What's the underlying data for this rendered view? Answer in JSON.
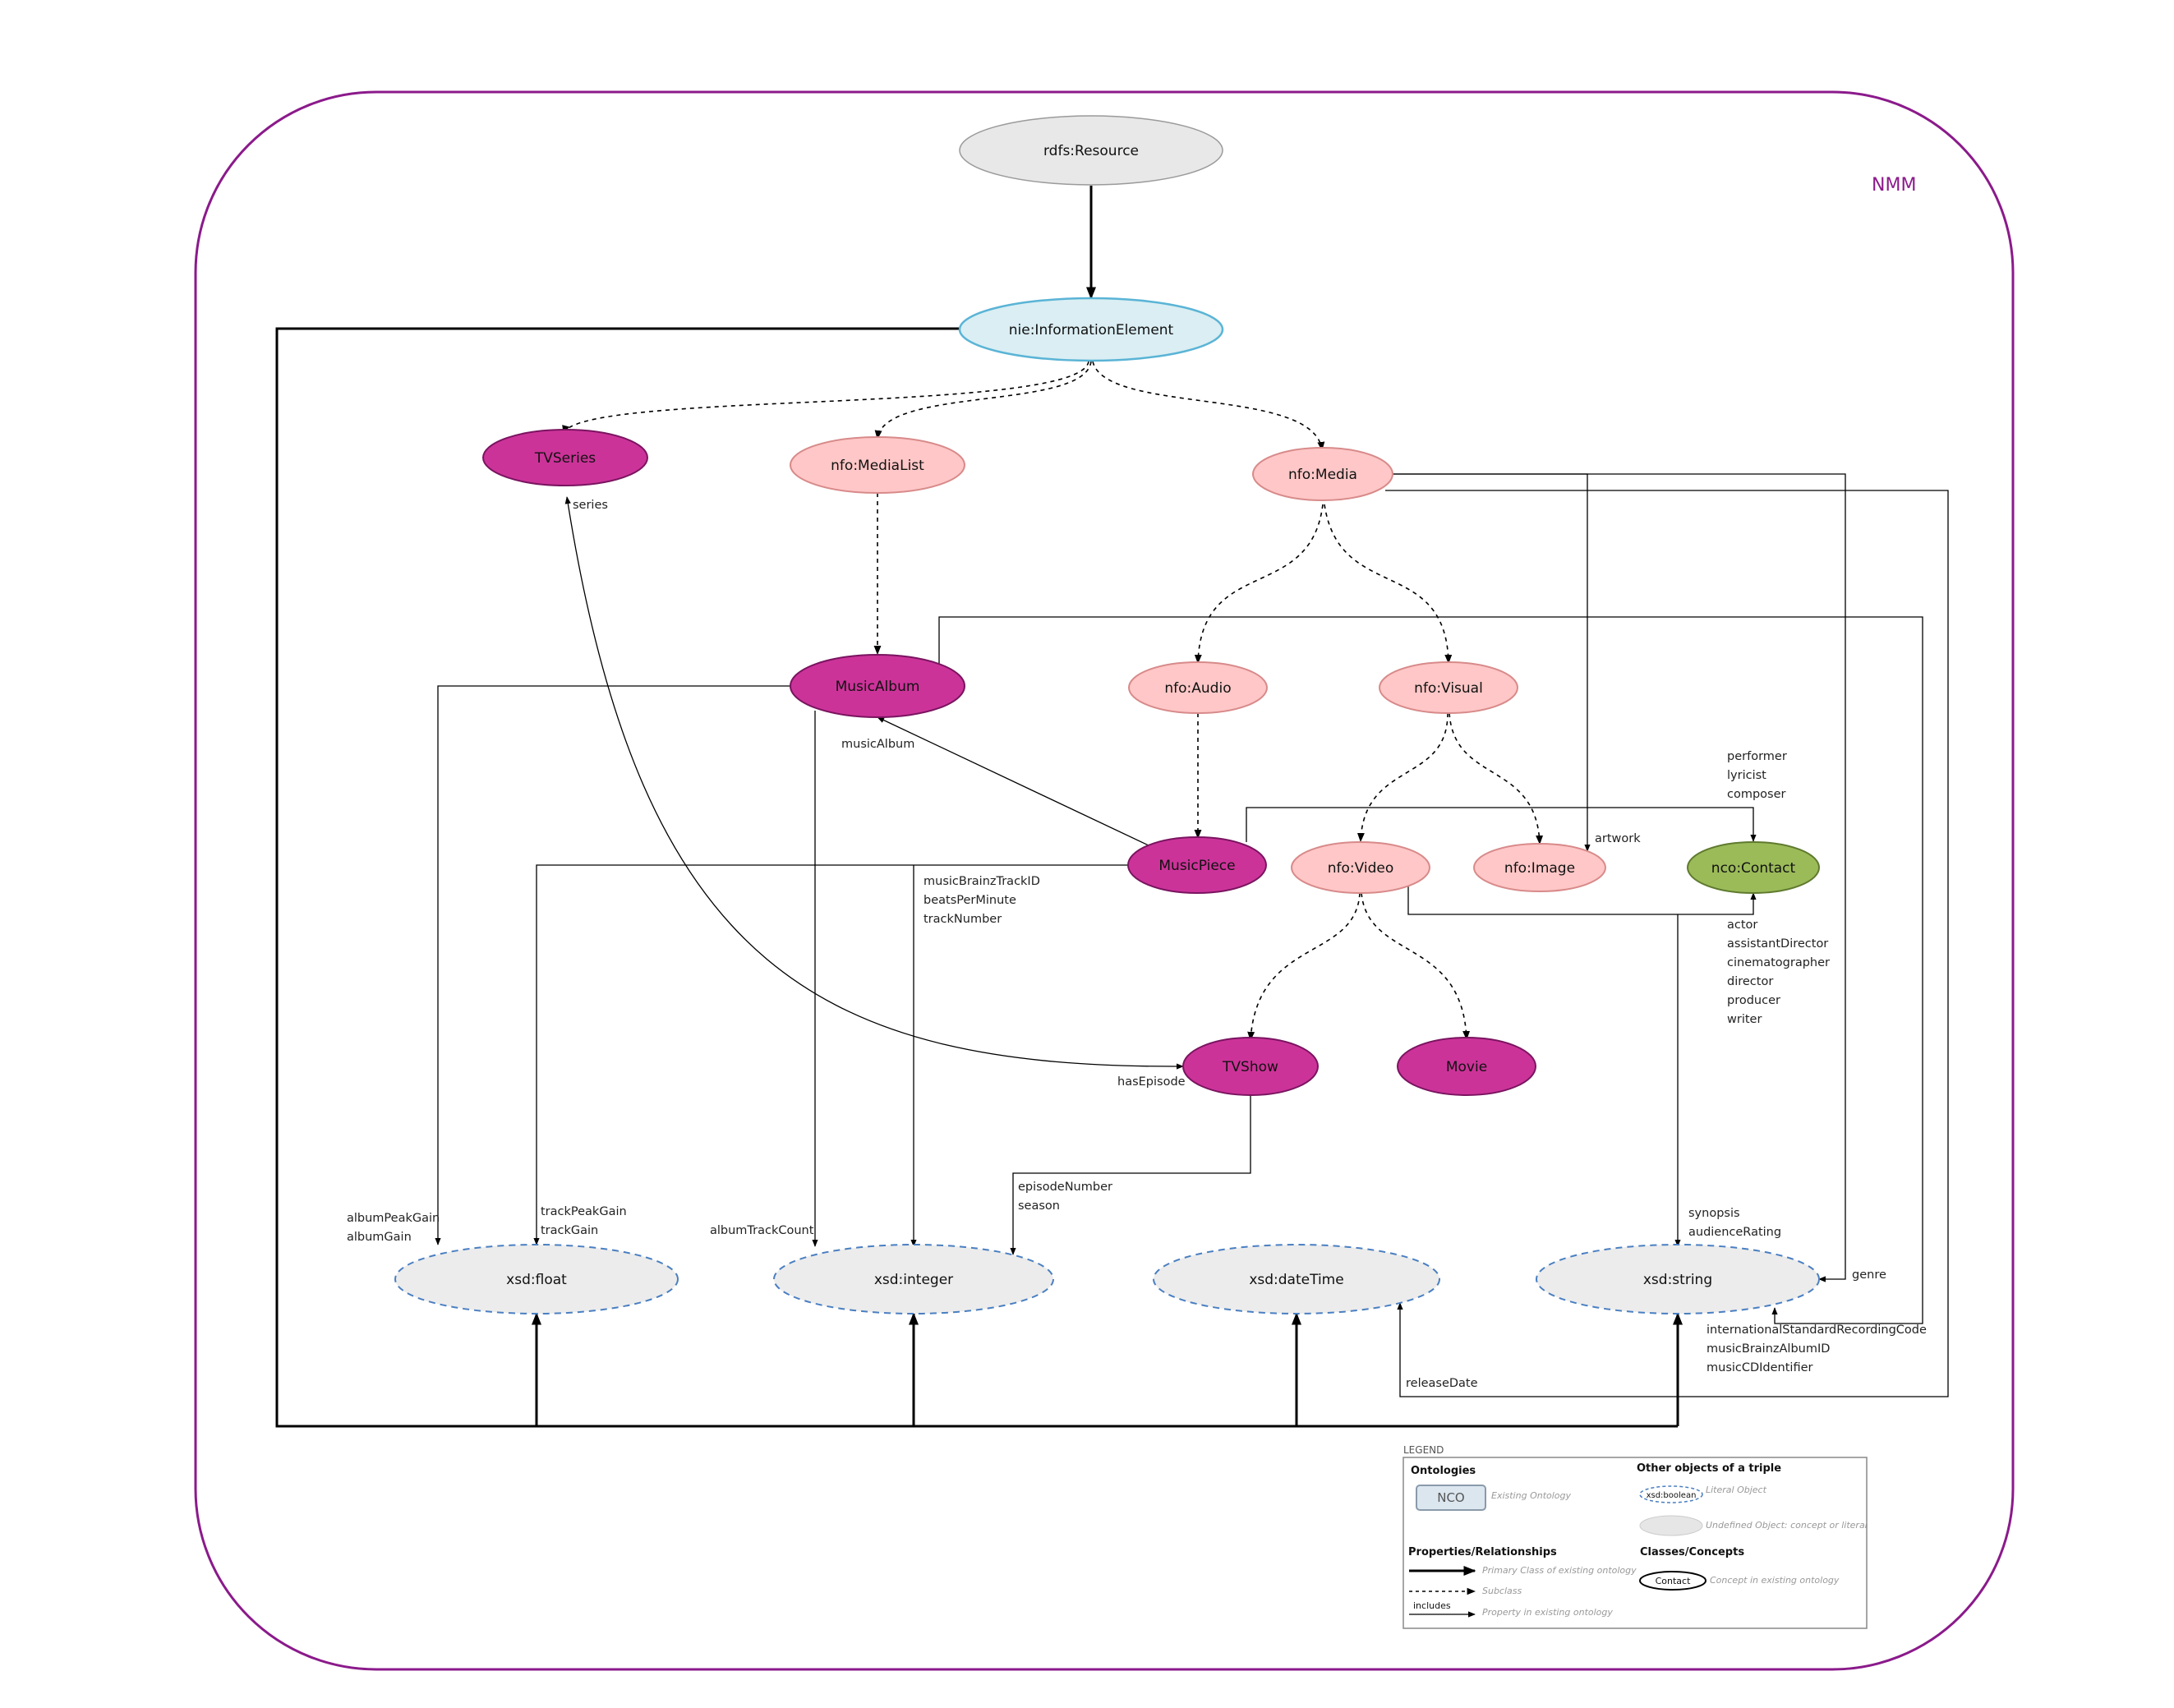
{
  "namespace_label": "NMM",
  "nodes": {
    "rdfs_resource": "rdfs:Resource",
    "nie_information_element": "nie:InformationElement",
    "tv_series": "TVSeries",
    "nfo_media_list": "nfo:MediaList",
    "nfo_media": "nfo:Media",
    "music_album": "MusicAlbum",
    "nfo_audio": "nfo:Audio",
    "nfo_visual": "nfo:Visual",
    "music_piece": "MusicPiece",
    "nfo_video": "nfo:Video",
    "nfo_image": "nfo:Image",
    "nco_contact": "nco:Contact",
    "tv_show": "TVShow",
    "movie": "Movie",
    "xsd_float": "xsd:float",
    "xsd_integer": "xsd:integer",
    "xsd_datetime": "xsd:dateTime",
    "xsd_string": "xsd:string"
  },
  "edge_labels": {
    "series": "series",
    "music_album": "musicAlbum",
    "artwork": "artwork",
    "performer": "performer",
    "lyricist": "lyricist",
    "composer": "composer",
    "music_brainz_track_id": "musicBrainzTrackID",
    "beats_per_minute": "beatsPerMinute",
    "track_number": "trackNumber",
    "actor": "actor",
    "assistant_director": "assistantDirector",
    "cinematographer": "cinematographer",
    "director": "director",
    "producer": "producer",
    "writer": "writer",
    "has_episode": "hasEpisode",
    "episode_number": "episodeNumber",
    "season": "season",
    "synopsis": "synopsis",
    "audience_rating": "audienceRating",
    "album_peak_gain": "albumPeakGain",
    "album_gain": "albumGain",
    "track_peak_gain": "trackPeakGain",
    "track_gain": "trackGain",
    "album_track_count": "albumTrackCount",
    "genre": "genre",
    "isrc": "internationalStandardRecordingCode",
    "music_brainz_album_id": "musicBrainzAlbumID",
    "music_cd_identifier": "musicCDIdentifier",
    "release_date": "releaseDate"
  },
  "legend": {
    "title": "LEGEND",
    "ontologies_heading": "Ontologies",
    "ontology_sample": "NCO",
    "ontology_desc": "Existing Ontology",
    "other_objects_heading": "Other objects of a triple",
    "literal_sample": "xsd:boolean",
    "literal_desc": "Literal Object",
    "undefined_desc": "Undefined Object: concept or literal",
    "properties_heading": "Properties/Relationships",
    "primary_desc": "Primary Class of existing ontology",
    "subclass_desc": "Subclass",
    "includes_label": "includes",
    "property_desc": "Property in existing ontology",
    "classes_heading": "Classes/Concepts",
    "concept_sample": "Contact",
    "concept_desc": "Concept in existing ontology"
  },
  "colors": {
    "frame": "#8b1a8b",
    "magenta_class": "#cc3399",
    "pink_class": "#ffc7c7",
    "info_element": "#daeef3",
    "contact": "#9bbb59",
    "literal_fill": "#ececec",
    "literal_stroke": "#4a7fc1"
  }
}
